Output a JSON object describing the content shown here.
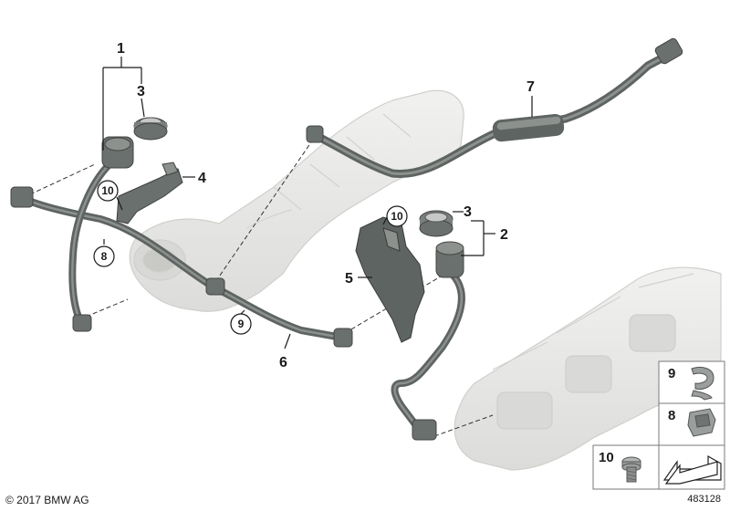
{
  "callouts": {
    "c1": "1",
    "c3a": "3",
    "c4": "4",
    "c10a": "10",
    "c8": "8",
    "c7": "7",
    "c10b": "10",
    "c3b": "3",
    "c2": "2",
    "c5": "5",
    "c9": "9",
    "c6": "6"
  },
  "insets": {
    "item_9": "9",
    "item_8": "8",
    "item_10": "10"
  },
  "footer": {
    "copyright": "© 2017 BMW AG",
    "diagram_number": "483128"
  },
  "colors": {
    "hose": "#5e6461",
    "hose_highlight": "#8c918e",
    "manifold": "#e9e9e7",
    "manifold_edge": "#c9c9c6",
    "inset_border": "#7a7a7a",
    "text": "#1a1a1a"
  },
  "icons": [
    "bracket-clip-icon",
    "hose-clip-icon",
    "screw-icon",
    "direction-arrow-icon"
  ]
}
